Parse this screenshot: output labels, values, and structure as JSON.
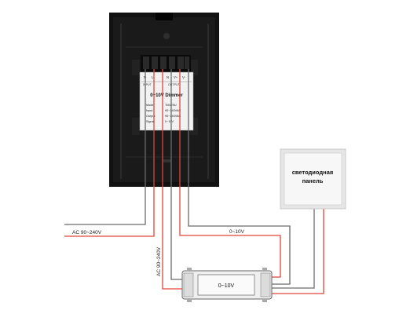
{
  "dimmer": {
    "terminals": [
      "N",
      "L",
      "",
      "N",
      "V+",
      "V-"
    ],
    "input_label": "INPUT",
    "output_label": "OUTPUT",
    "title": "0~10V Dimmer",
    "specs": [
      {
        "key": "Model",
        "value": "TM125U"
      },
      {
        "key": "Input",
        "value": "90~240VAC"
      },
      {
        "key": "Output",
        "value": "90~240VAC"
      },
      {
        "key": "Signal",
        "value": "0~10V"
      }
    ]
  },
  "led_panel": {
    "line1": "светодиодная",
    "line2": "панель"
  },
  "driver": {
    "label": "0~10V"
  },
  "wires": {
    "ac_main": "AC 90~240V",
    "ac_vertical": "AC 90~240V",
    "signal": "0~10V"
  },
  "colors": {
    "wire_red": "#e0453a",
    "wire_gray": "#6a6a6a",
    "panel_body": "#111111"
  }
}
